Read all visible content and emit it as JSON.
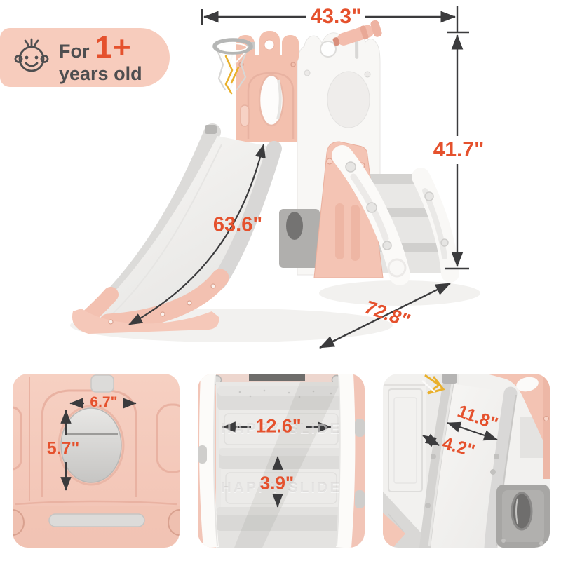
{
  "badge": {
    "prefix": "For",
    "age": "1+",
    "suffix": "years old"
  },
  "main_diagram": {
    "width": "43.3\"",
    "height": "41.7\"",
    "slide_length": "63.6\"",
    "depth": "72.8\""
  },
  "panels": {
    "door": {
      "hole_width": "6.7\"",
      "hole_height": "5.7\""
    },
    "stairs": {
      "step_width": "12.6\"",
      "step_height": "3.9\"",
      "embossed": "HAPPY SLIDE"
    },
    "slide": {
      "slide_width": "11.8\"",
      "rail_height": "4.2\""
    }
  },
  "colors": {
    "accent": "#E5512D",
    "dark": "#3B3B3D",
    "badge-pink": "#F7CCBD",
    "product-pink": "#F3C0AE",
    "plastic-gray": "#DCDBD9",
    "plastic-white": "#FBFAF8",
    "net-yellow": "#E9B02C"
  }
}
